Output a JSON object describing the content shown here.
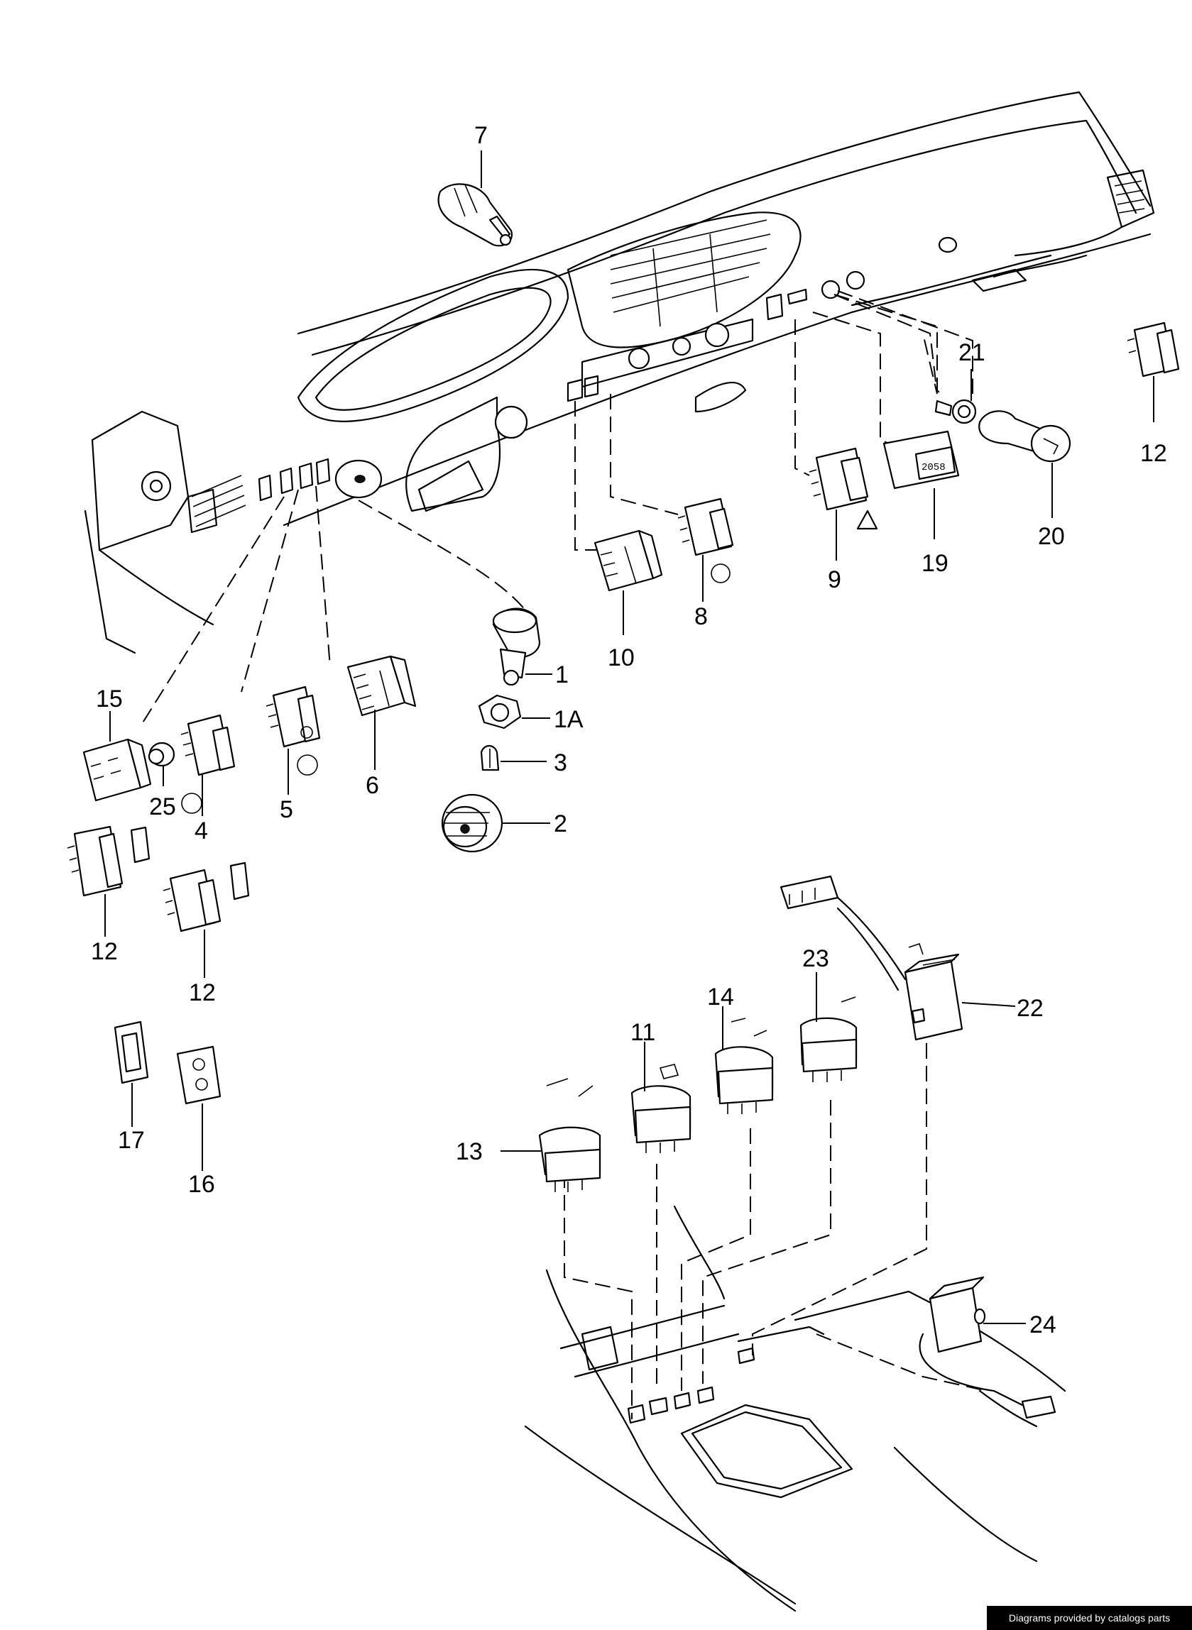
{
  "labels": {
    "l1": "1",
    "l1a": "1A",
    "l2": "2",
    "l3": "3",
    "l4": "4",
    "l5": "5",
    "l6": "6",
    "l7": "7",
    "l8": "8",
    "l9": "9",
    "l10": "10",
    "l11": "11",
    "l12a": "12",
    "l12b": "12",
    "l12c": "12",
    "l13": "13",
    "l14": "14",
    "l15": "15",
    "l16": "16",
    "l17": "17",
    "l19": "19",
    "l20": "20",
    "l21": "21",
    "l22": "22",
    "l23": "23",
    "l24": "24",
    "l25": "25"
  },
  "clock_readout": "2058",
  "footer": {
    "credit": "Diagrams provided by catalogs parts"
  }
}
